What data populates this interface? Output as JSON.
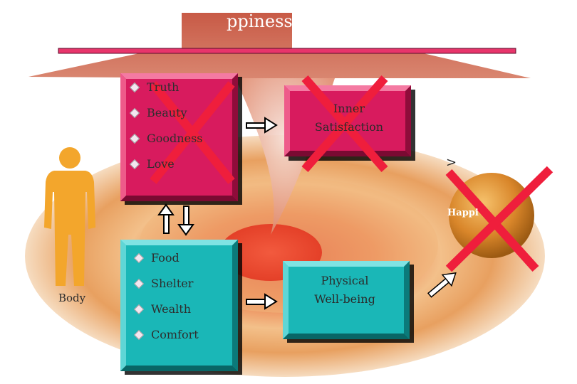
{
  "title": "ppiness",
  "top_box": {
    "items": [
      "Truth",
      "Beauty",
      "Goodness",
      "Love"
    ]
  },
  "inner_box": {
    "line1": "Inner",
    "line2": "Satisfaction"
  },
  "bottom_box": {
    "items": [
      "Food",
      "Shelter",
      "Wealth",
      "Comfort"
    ]
  },
  "physical_box": {
    "line1": "Physical",
    "line2": "Well-being"
  },
  "body_label": "Body",
  "sphere_label": "Happi",
  "chevron": ">",
  "colors": {
    "magenta_box": "#d81b5e",
    "teal_box": "#1ab7b7",
    "cross": "#ef1e3c",
    "bar": "#e8356b",
    "figure": "#f3a62c"
  }
}
